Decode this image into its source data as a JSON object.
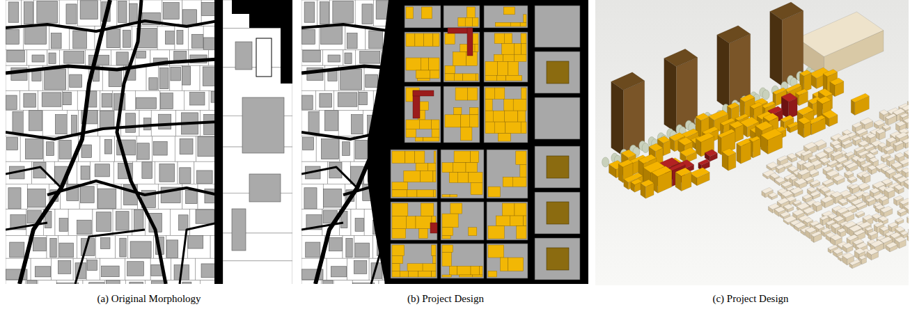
{
  "diagram": {
    "labels": [
      "(a) Original Morphology",
      "(b) Project Design",
      "(c) Project Design"
    ]
  }
}
